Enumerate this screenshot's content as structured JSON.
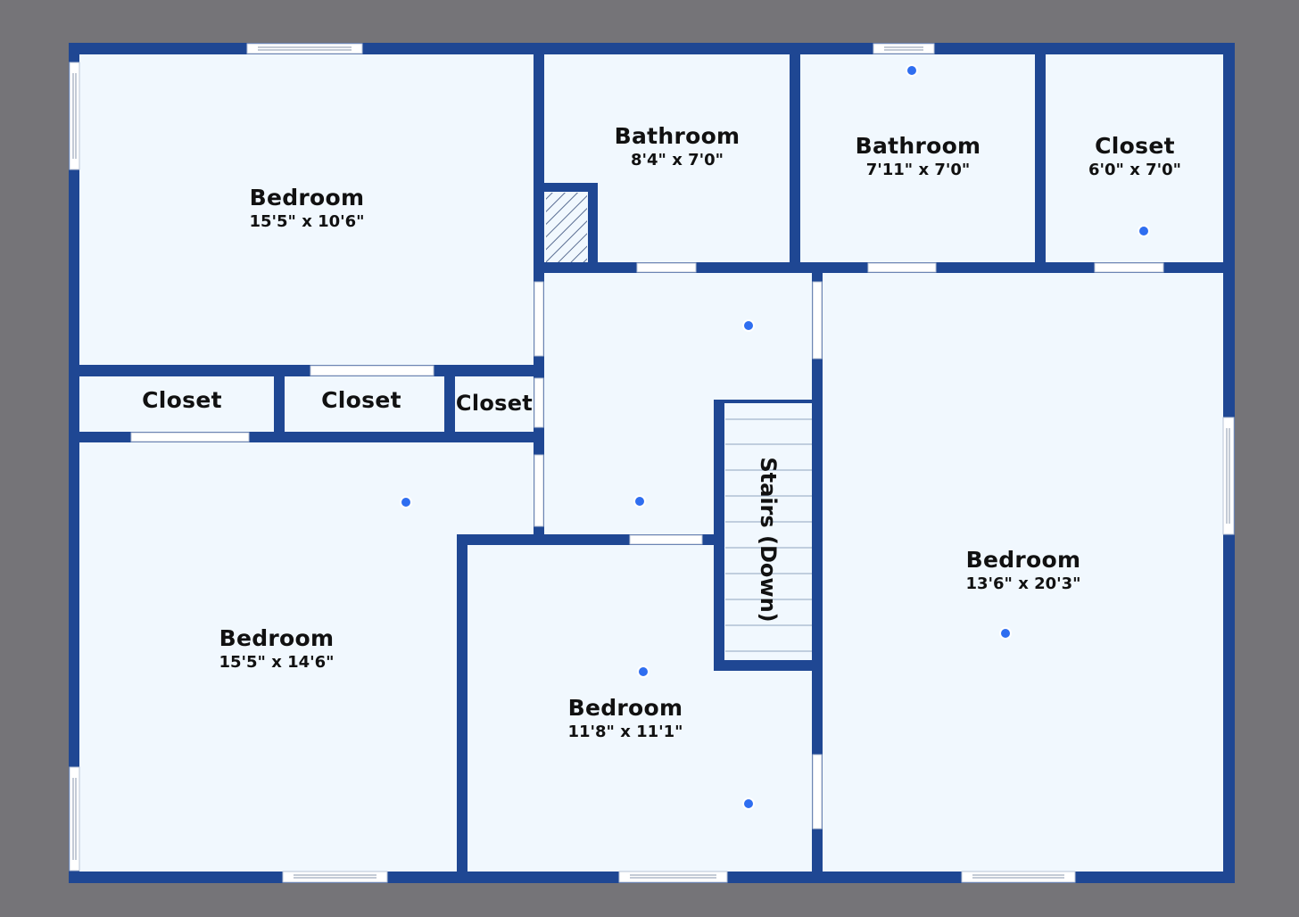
{
  "colors": {
    "background": "#757478",
    "wall": "#1f4793",
    "floor": "#f1f8fe",
    "marker": "#2f6ef0"
  },
  "rooms": [
    {
      "name": "Bedroom",
      "dims": "15'5\" x 10'6\""
    },
    {
      "name": "Bathroom",
      "dims": "8'4\" x 7'0\""
    },
    {
      "name": "Bathroom",
      "dims": "7'11\" x 7'0\""
    },
    {
      "name": "Closet",
      "dims": "6'0\" x 7'0\""
    },
    {
      "name": "Closet"
    },
    {
      "name": "Closet"
    },
    {
      "name": "Closet"
    },
    {
      "name": "Bedroom",
      "dims": "15'5\" x 14'6\""
    },
    {
      "name": "Bedroom",
      "dims": "11'8\" x 11'1\""
    },
    {
      "name": "Bedroom",
      "dims": "13'6\" x 20'3\""
    }
  ],
  "stairs": {
    "label": "Stairs (Down)"
  }
}
